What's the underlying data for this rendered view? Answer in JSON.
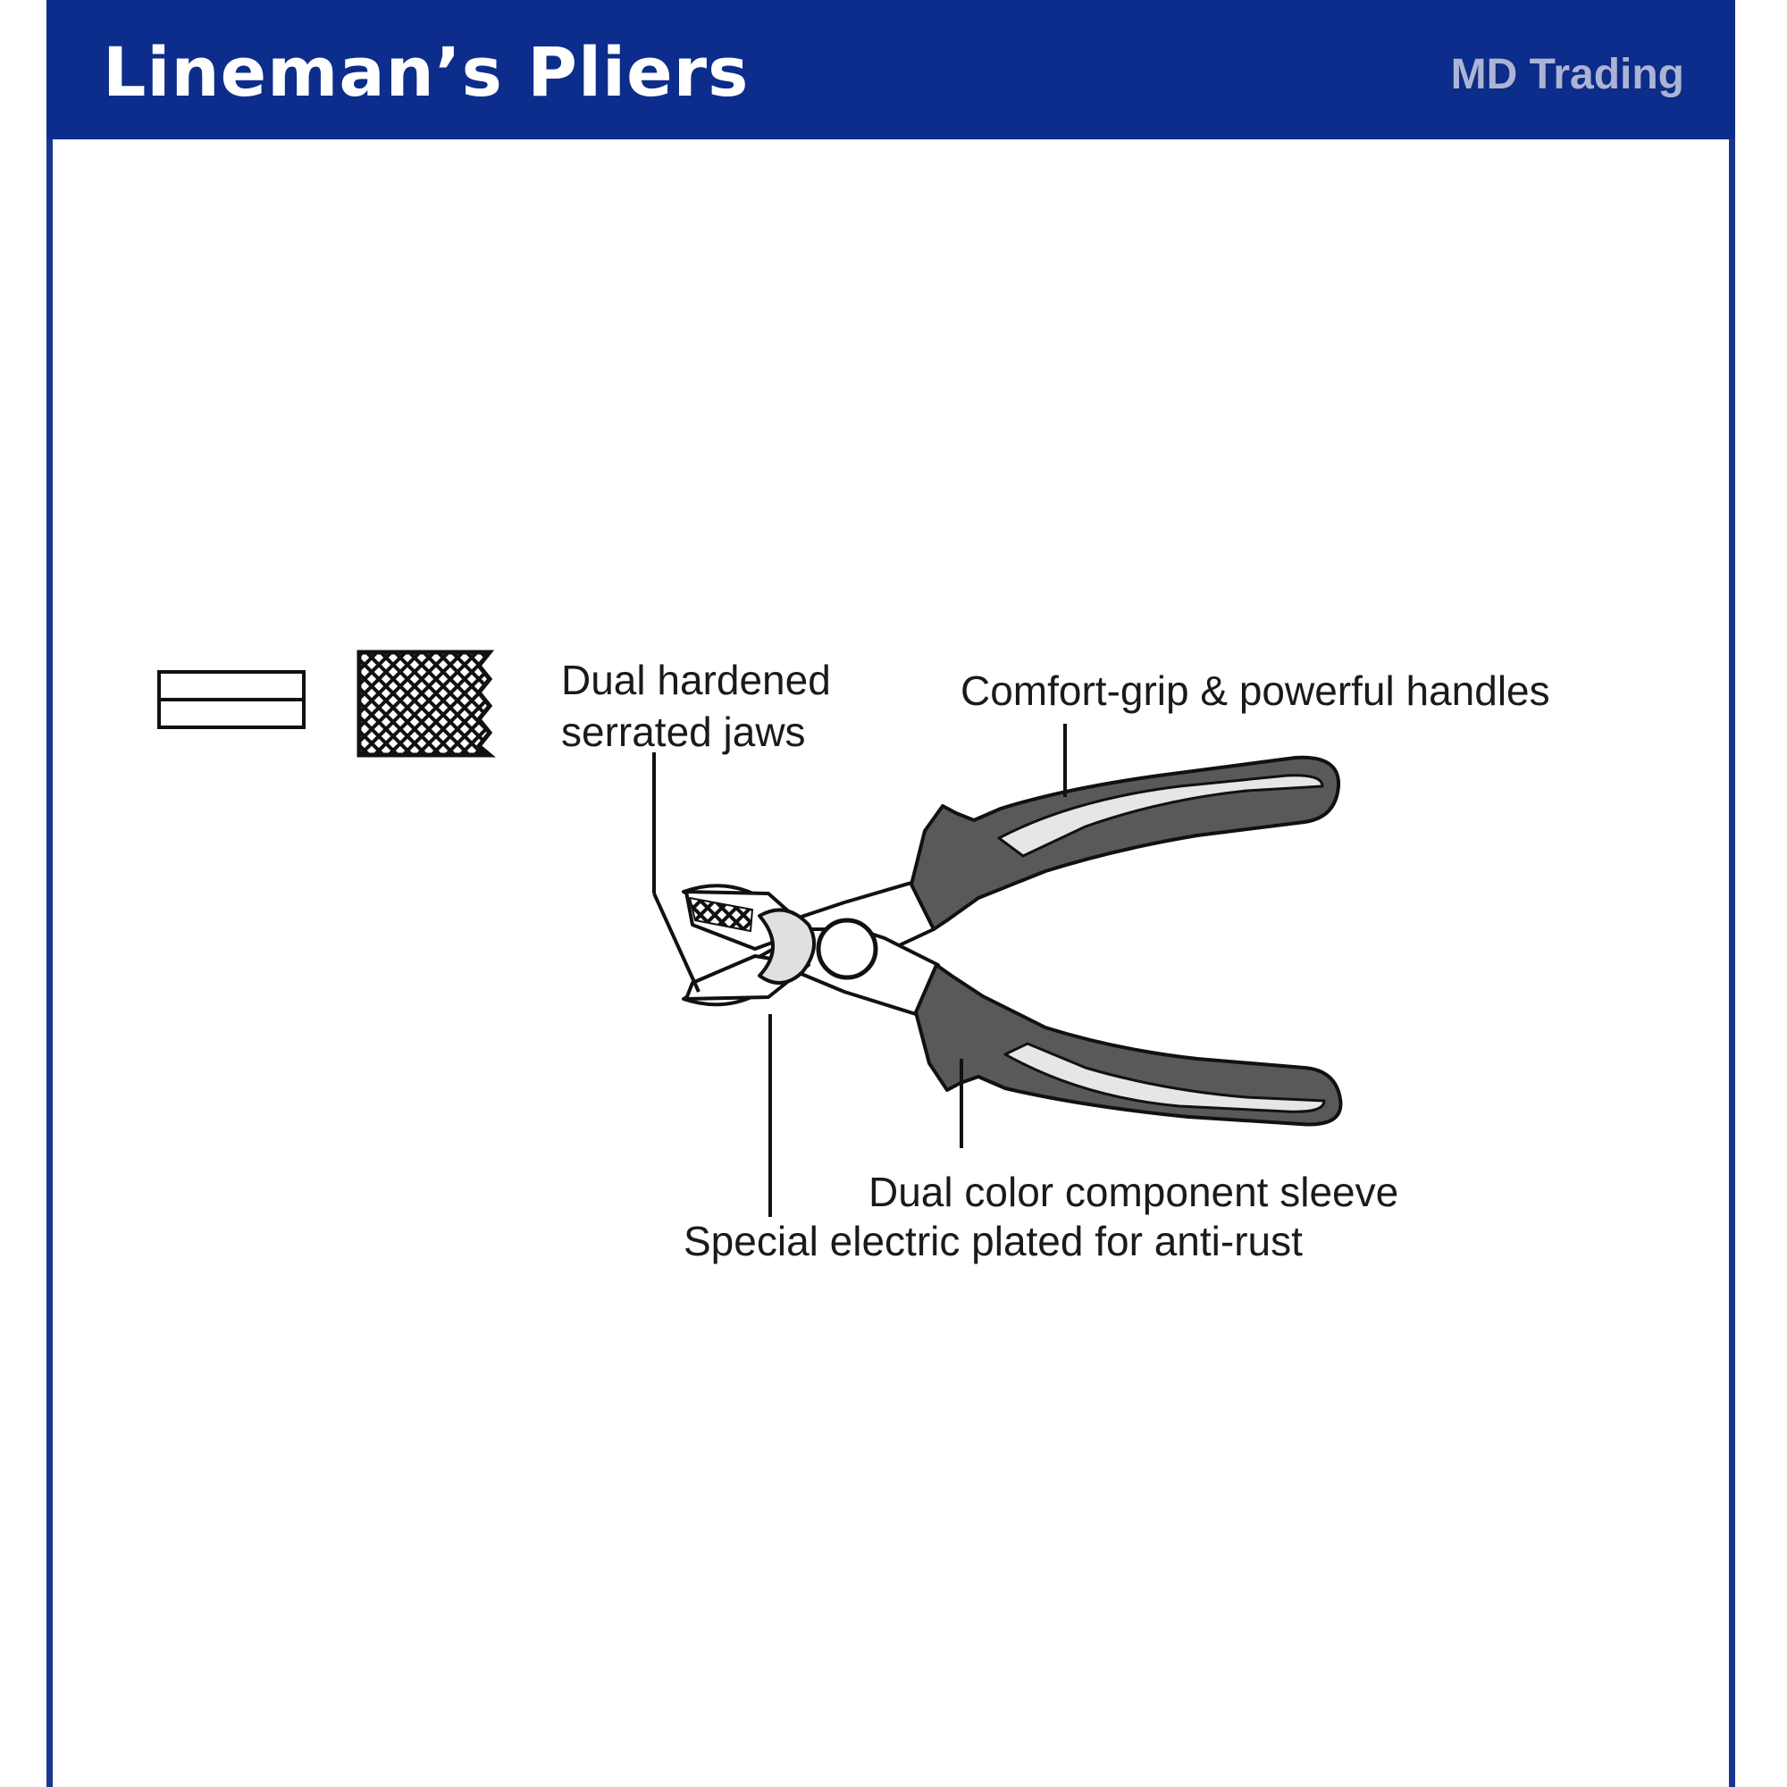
{
  "header": {
    "title": "Lineman’s Pliers",
    "brand": "MD Trading",
    "background_color": "#0d2d8c"
  },
  "legend": {
    "smooth_icon": "smooth-jaw-icon",
    "serrated_icon": "serrated-jaw-icon"
  },
  "callouts": {
    "jaws": [
      "Dual hardened",
      "serrated jaws"
    ],
    "handles": "Comfort-grip & powerful handles",
    "sleeve": "Dual color component sleeve",
    "plating": "Special electric plated for anti-rust"
  },
  "colors": {
    "handle_dark": "#595959",
    "handle_light": "#e6e6e6",
    "frame_border": "#1a3591"
  }
}
